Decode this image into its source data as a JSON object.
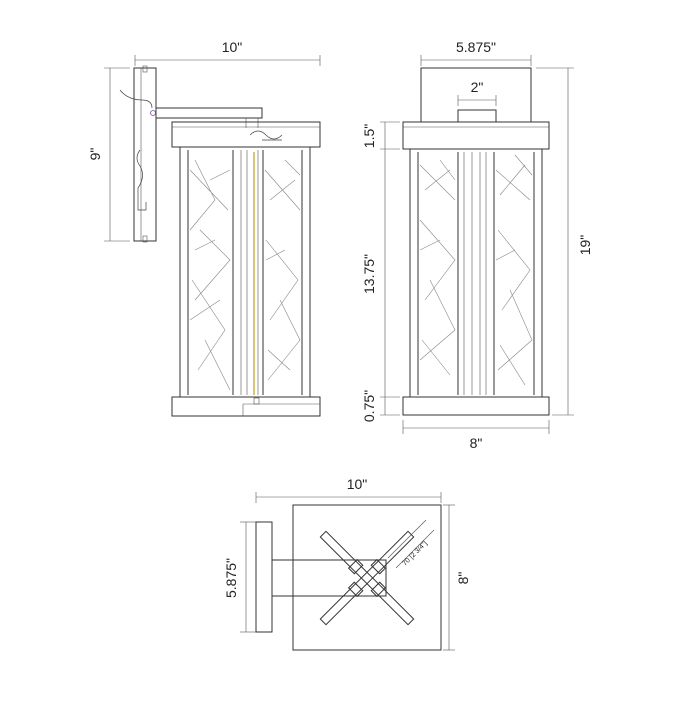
{
  "side_view": {
    "width_label": "10\"",
    "backplate_height_label": "9\""
  },
  "front_view": {
    "top_width_label": "5.875\"",
    "arm_width_label": "2\"",
    "cap_height_label": "1.5\"",
    "body_height_label": "13.75\"",
    "base_height_label": "0.75\"",
    "overall_height_label": "19\"",
    "base_width_label": "8\""
  },
  "top_view": {
    "width_label": "10\"",
    "depth_label": "8\"",
    "backplate_width_label": "5.875\"",
    "bulb_label": "70 [2 3/4\"]"
  },
  "colors": {
    "line": "#333333",
    "rod": "#c9b44a"
  }
}
